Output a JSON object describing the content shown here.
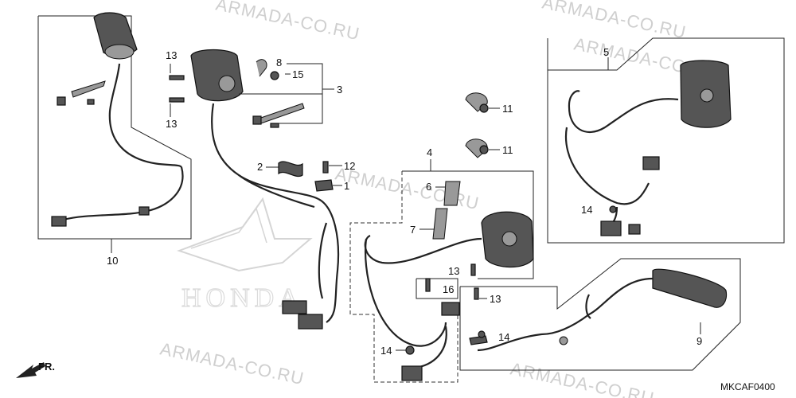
{
  "watermarks": [
    "ARMADA-CO.RU",
    "ARMADA-CO.RU",
    "ARMADA-CO.RU",
    "ARMADA-CO.RU",
    "ARMADA-CO.RU",
    "ARMADA-CO.RU"
  ],
  "brand_text": "HONDA",
  "diagram_code": "MKCAF0400",
  "front_arrow_label": "FR.",
  "callouts": {
    "c1": "1",
    "c2": "2",
    "c3": "3",
    "c4": "4",
    "c5": "5",
    "c6": "6",
    "c7": "7",
    "c8": "8",
    "c9": "9",
    "c10": "10",
    "c11a": "11",
    "c11b": "11",
    "c12": "12",
    "c13a": "13",
    "c13b": "13",
    "c13c": "13",
    "c13d": "13",
    "c14a": "14",
    "c14b": "14",
    "c14c": "14",
    "c15": "15",
    "c16": "16"
  }
}
